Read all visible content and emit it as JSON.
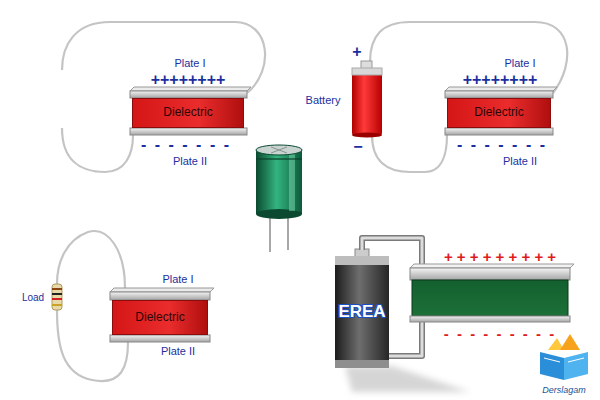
{
  "diagram": {
    "nodes": [
      {
        "text": [
          "Dielectric"
        ]
      },
      {
        "text": [
          "Dielectric"
        ]
      },
      {
        "text": [
          "Dielectric"
        ]
      },
      {
        "text": [
          "EREA"
        ]
      }
    ],
    "labels": [
      "++++++++",
      "Plate I",
      "- - - - - - -",
      "Plate II",
      "+",
      "Battery",
      "−",
      "++++++++",
      "Plate I",
      "- - - - - - -",
      "Plate II",
      "Load",
      "Plate I",
      "Plate II",
      "+ + + + + + + + +",
      "- - - - - - - - -",
      "Derslagam"
    ]
  }
}
